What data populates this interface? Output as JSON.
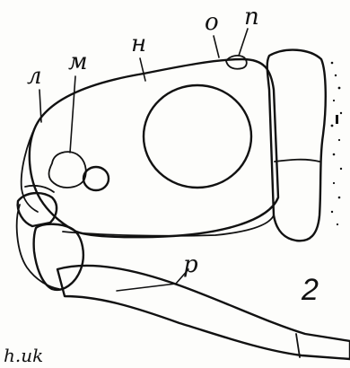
{
  "figure": {
    "number": "2",
    "labels": {
      "l": "л",
      "m": "м",
      "n": "н",
      "o": "о",
      "p": "п",
      "r": "р"
    },
    "corner_text": "h.uk"
  },
  "colors": {
    "ink": "#111111",
    "paper": "#fdfdfb"
  }
}
